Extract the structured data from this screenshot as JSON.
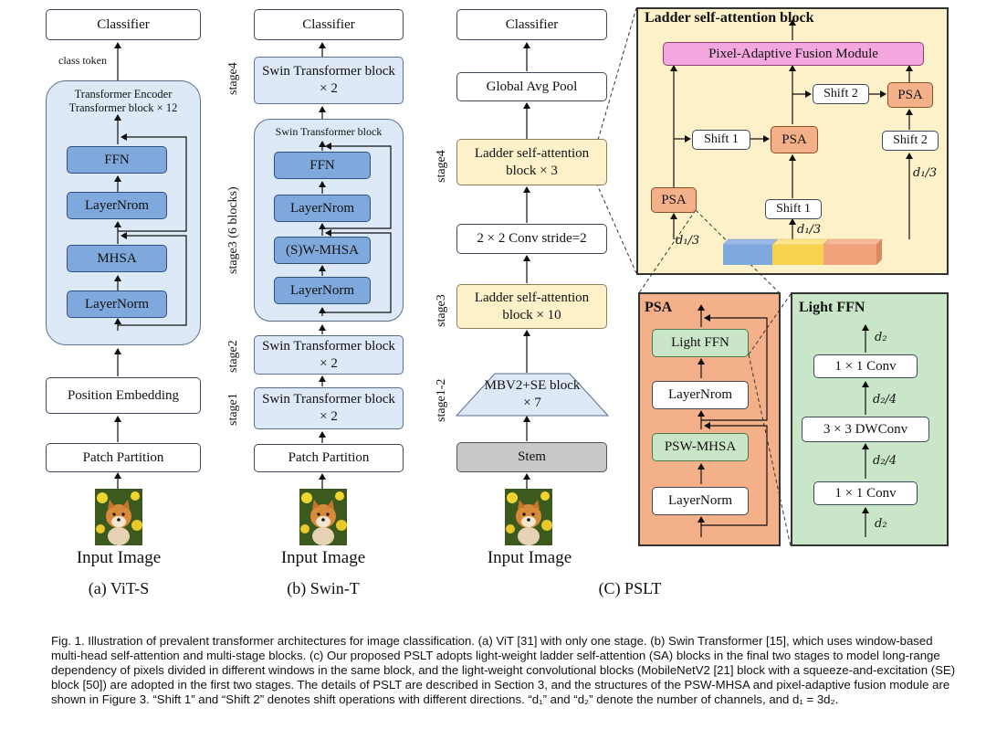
{
  "vit": {
    "classifier": "Classifier",
    "class_token": "class token",
    "encoder_line1": "Transformer Encoder",
    "encoder_line2": "Transformer block × 12",
    "ffn": "FFN",
    "layernrom": "LayerNrom",
    "mhsa": "MHSA",
    "layernorm": "LayerNorm",
    "position_embedding": "Position Embedding",
    "patch_partition": "Patch Partition",
    "input_image": "Input Image",
    "subtitle": "(a) ViT-S"
  },
  "swin": {
    "classifier": "Classifier",
    "stage4": "stage4",
    "stage4_block": "Swin Transformer block × 2",
    "stage3": "stage3 (6 blocks)",
    "block_title": "Swin Transformer block",
    "ffn": "FFN",
    "layernrom": "LayerNrom",
    "swmhsa": "(S)W-MHSA",
    "layernorm": "LayerNorm",
    "stage2": "stage2",
    "stage2_block": "Swin Transformer block × 2",
    "stage1": "stage1",
    "stage1_block": "Swin Transformer block × 2",
    "patch_partition": "Patch Partition",
    "input_image": "Input Image",
    "subtitle": "(b) Swin-T"
  },
  "pslt": {
    "classifier": "Classifier",
    "gap": "Global Avg Pool",
    "stage4": "stage4",
    "stage4_block": "Ladder self-attention block × 3",
    "conv": "2 × 2 Conv stride=2",
    "stage3": "stage3",
    "stage3_block": "Ladder self-attention block × 10",
    "stage12": "stage1-2",
    "stage12_block": "MBV2+SE block × 7",
    "stem": "Stem",
    "input_image": "Input Image",
    "subtitle": "(C) PSLT"
  },
  "ladder": {
    "title": "Ladder self-attention block",
    "fusion": "Pixel-Adaptive Fusion Module",
    "shift2_top": "Shift 2",
    "psa_top": "PSA",
    "shift1_mid": "Shift 1",
    "psa_mid": "PSA",
    "shift2_right": "Shift 2",
    "psa_left": "PSA",
    "shift1_low": "Shift 1",
    "d13_left": "d₁/3",
    "d13_mid": "d₁/3",
    "d13_right": "d₁/3"
  },
  "psa": {
    "title": "PSA",
    "light_ffn": "Light FFN",
    "layernrom": "LayerNrom",
    "pswmhsa": "PSW-MHSA",
    "layernorm": "LayerNorm"
  },
  "lightffn": {
    "title": "Light FFN",
    "d2_top": "d₂",
    "conv_top": "1 × 1 Conv",
    "d24_a": "d₂/4",
    "dwconv": "3 × 3 DWConv",
    "d24_b": "d₂/4",
    "conv_bottom": "1 × 1 Conv",
    "d2_bottom": "d₂"
  },
  "caption": "Fig. 1. Illustration of prevalent transformer architectures for image classification. (a) ViT [31] with only one stage. (b) Swin Transformer [15], which uses window-based multi-head self-attention and multi-stage blocks. (c) Our proposed PSLT adopts light-weight ladder self-attention (SA) blocks in the final two stages to model long-range dependency of pixels divided in different windows in the same block, and the light-weight convolutional blocks (MobileNetV2 [21] block with a squeeze-and-excitation (SE) block [50]) are adopted in the first two stages. The details of PSLT are described in Section 3, and the structures of the PSW-MHSA and pixel-adaptive fusion module are shown in Figure 3. “Shift 1” and “Shift 2” denotes shift operations with different directions. “d₁” and “d₂” denote the number of channels, and d₁ = 3d₂.",
  "colors": {
    "light_blue": "#dde9f6",
    "mid_blue": "#7fa8dc",
    "cream": "#fcf1c9",
    "orange": "#f3b089",
    "green": "#c9e6c9",
    "pink": "#f4a6de",
    "grey": "#c8c8c8"
  }
}
